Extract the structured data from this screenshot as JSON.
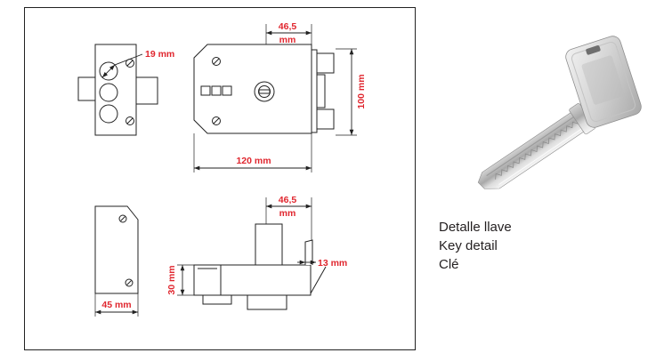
{
  "dimensions": {
    "top_left_circle": "19 mm",
    "top_right_offset_value": "46,5",
    "top_right_offset_unit": "mm",
    "top_right_height": "100 mm",
    "top_right_length": "120 mm",
    "bottom_right_offset_value": "46,5",
    "bottom_right_offset_unit": "mm",
    "bottom_right_latch": "13 mm",
    "bottom_right_height": "30 mm",
    "bottom_left_width": "45 mm"
  },
  "key_caption": [
    "Detalle llave",
    "Key detail",
    "Clé"
  ],
  "colors": {
    "dimension": "#e0262e",
    "line": "#222222",
    "caption": "#231f20"
  }
}
